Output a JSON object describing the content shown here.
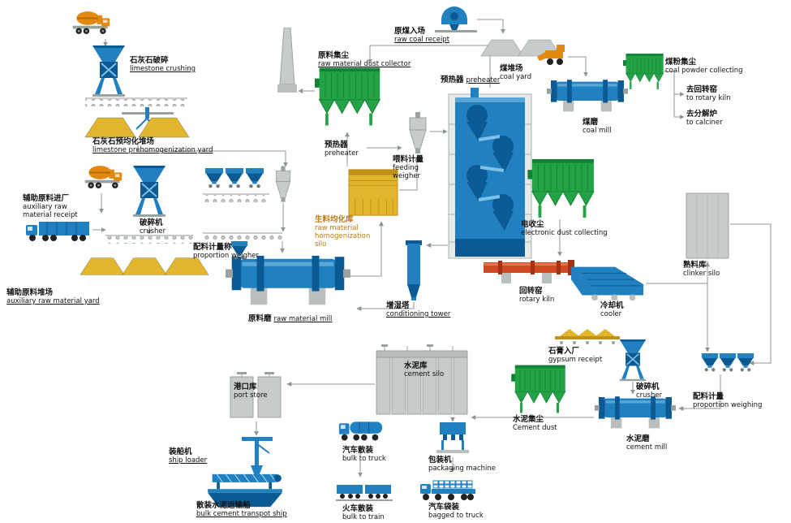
{
  "nodes": {
    "limestone_crushing": {
      "zh": "石灰石破碎",
      "en": "limestone crushing"
    },
    "limestone_yard": {
      "zh": "石灰石预均化堆场",
      "en": "limestone prehomogenization yard"
    },
    "aux_receipt": {
      "zh": "辅助原料进厂",
      "en": "auxiliary raw material receipt"
    },
    "crusher_aux": {
      "zh": "破碎机",
      "en": "crusher"
    },
    "proportion_weigher": {
      "zh": "配料计量称",
      "en": "proportion weigher"
    },
    "aux_yard": {
      "zh": "辅助原料堆场",
      "en": "auxiliary raw material yard"
    },
    "raw_dust_collector": {
      "zh": "原料集尘",
      "en": "raw material dust collector"
    },
    "preheater_small": {
      "zh": "预热器",
      "en": "preheater"
    },
    "feeding_weigher": {
      "zh": "喂料计量",
      "en": "feeding weigher"
    },
    "homogenization_silo": {
      "zh": "生料均化库",
      "en": "raw material homogenization silo"
    },
    "preheater_main": {
      "zh": "预热器",
      "en": "preheater"
    },
    "raw_coal_receipt": {
      "zh": "原煤入场",
      "en": "raw coal receipt"
    },
    "coal_yard": {
      "zh": "煤堆场",
      "en": "coal yard"
    },
    "coal_mill": {
      "zh": "煤磨",
      "en": "coal mill"
    },
    "coal_powder_collecting": {
      "zh": "煤粉集尘",
      "en": "coal powder collecting"
    },
    "to_rotary_kiln": {
      "zh": "去回转窑",
      "en": "to rotary kiln"
    },
    "to_calciner": {
      "zh": "去分解炉",
      "en": "to calciner"
    },
    "electronic_dust_collecting": {
      "zh": "电收尘",
      "en": "electronic dust collecting"
    },
    "rotary_kiln": {
      "zh": "回转窑",
      "en": "rotary kiln"
    },
    "cooler": {
      "zh": "冷却机",
      "en": "cooler"
    },
    "clinker_silo": {
      "zh": "熟料库",
      "en": "clinker silo"
    },
    "conditioning_tower": {
      "zh": "增湿塔",
      "en": "conditioning tower"
    },
    "raw_material_mill": {
      "zh": "原料磨",
      "en": "raw material mill"
    },
    "gypsum_receipt": {
      "zh": "石膏入厂",
      "en": "gypsum receipt"
    },
    "crusher_gypsum": {
      "zh": "破碎机",
      "en": "crusher"
    },
    "proportion_weighing": {
      "zh": "配料计量",
      "en": "proportion weighing"
    },
    "cement_mill": {
      "zh": "水泥磨",
      "en": "cement mill"
    },
    "cement_dust": {
      "zh": "水泥集尘",
      "en": "Cement dust"
    },
    "cement_silo": {
      "zh": "水泥库",
      "en": "cement silo"
    },
    "port_store": {
      "zh": "港口库",
      "en": "port store"
    },
    "ship_loader": {
      "zh": "装船机",
      "en": "ship loader"
    },
    "bulk_ship": {
      "zh": "散装水泥运输船",
      "en": "bulk cement transpot ship"
    },
    "bulk_to_truck": {
      "zh": "汽车散装",
      "en": "bulk to truck"
    },
    "bulk_to_train": {
      "zh": "火车散装",
      "en": "bulk to train"
    },
    "packaging_machine": {
      "zh": "包装机",
      "en": "packaging machine"
    },
    "bagged_to_truck": {
      "zh": "汽车袋装",
      "en": "bagged to truck"
    }
  },
  "palette": {
    "equipment_blue": "#2080c0",
    "equipment_dark_blue": "#0c5a94",
    "collector_green": "#23a345",
    "collector_dark_green": "#128335",
    "material_gold": "#e2b62c",
    "truck_orange": "#e2890f",
    "kiln_red": "#cf4a22",
    "structure_gray": "#c7cbc9",
    "line_gray": "#8d9699"
  }
}
